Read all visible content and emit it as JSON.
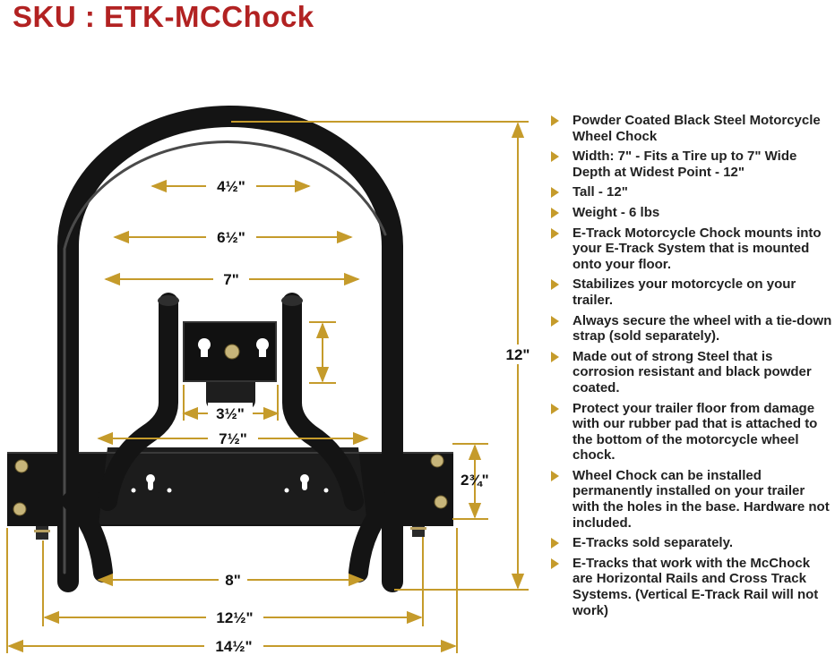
{
  "header": {
    "sku_text": "SKU : ETK-MCChock"
  },
  "colors": {
    "sku_text": "#b22222",
    "accent": "#c59b2b",
    "steel": "#141414",
    "text": "#222222"
  },
  "dimensions": {
    "inner_top": "4½\"",
    "inner_mid": "6½\"",
    "inner_width": "7\"",
    "fork_width": "3½\"",
    "base_upper": "7½\"",
    "height": "12\"",
    "plate_height": "2¾\"",
    "bottom_inner": "8\"",
    "base_width": "12½\"",
    "total_width": "14½\""
  },
  "features": [
    {
      "icon": "triangle-bullet-icon",
      "text": "Powder Coated Black Steel Motorcycle Wheel Chock"
    },
    {
      "icon": "triangle-bullet-icon",
      "text": "Width: 7\" - Fits a Tire up to 7\" Wide Depth at Widest Point - 12\""
    },
    {
      "icon": "triangle-bullet-icon",
      "text": "Tall - 12\""
    },
    {
      "icon": "triangle-bullet-icon",
      "text": "Weight - 6 lbs"
    },
    {
      "icon": "triangle-bullet-icon",
      "text": "E-Track Motorcycle Chock mounts into your E-Track System that is mounted onto your floor."
    },
    {
      "icon": "triangle-bullet-icon",
      "text": "Stabilizes your motorcycle on your trailer."
    },
    {
      "icon": "triangle-bullet-icon",
      "text": "Always secure the wheel with a tie-down strap (sold separately)."
    },
    {
      "icon": "triangle-bullet-icon",
      "text": "Made out of strong Steel that is corrosion resistant and black powder coated."
    },
    {
      "icon": "triangle-bullet-icon",
      "text": "Protect your trailer floor from damage with our rubber pad that is attached to the bottom of the motorcycle wheel chock."
    },
    {
      "icon": "triangle-bullet-icon",
      "text": "Wheel Chock can be installed permanently installed on your trailer with the holes in the base. Hardware not included."
    },
    {
      "icon": "triangle-bullet-icon",
      "text": "E-Tracks sold separately."
    },
    {
      "icon": "triangle-bullet-icon",
      "text": "E-Tracks that work with the McChock are Horizontal Rails and Cross Track Systems. (Vertical E-Track Rail will not work)"
    }
  ]
}
